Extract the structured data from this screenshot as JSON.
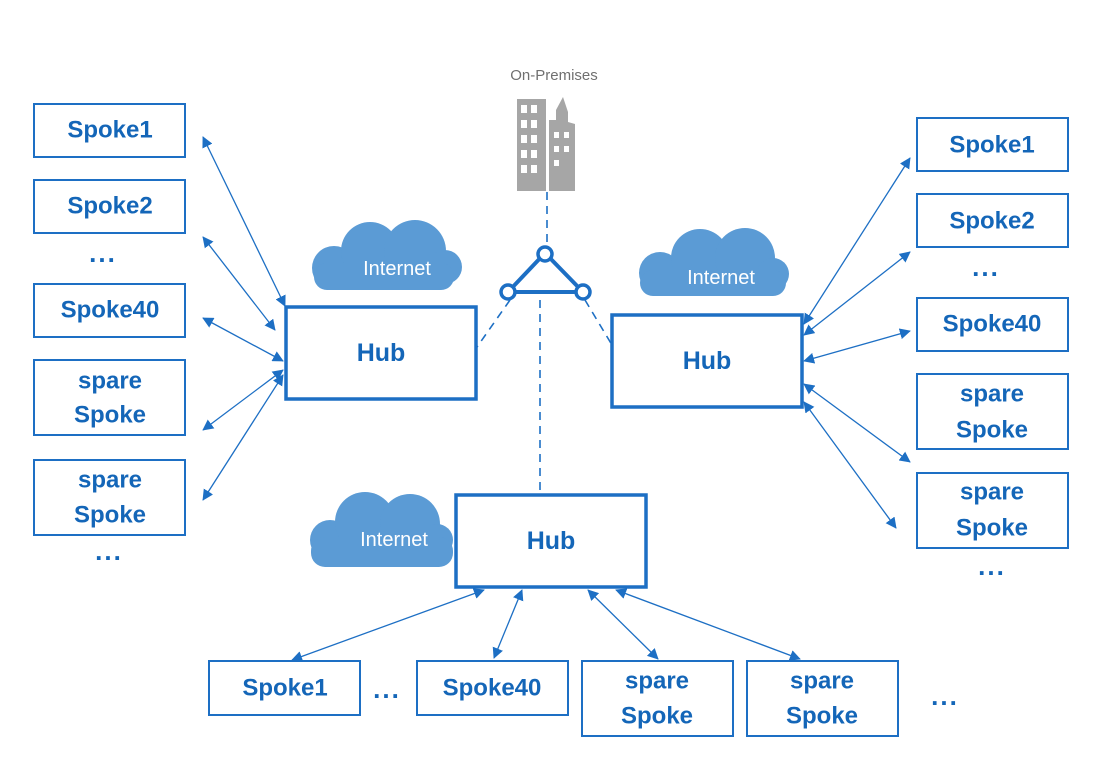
{
  "on_premises": {
    "label": "On-Premises"
  },
  "clouds": {
    "label": "Internet"
  },
  "hubs": {
    "label": "Hub"
  },
  "spokes": {
    "spoke1": "Spoke1",
    "spoke2": "Spoke2",
    "spoke40": "Spoke40",
    "spare_line1": "spare",
    "spare_line2": "Spoke",
    "ellipsis": "..."
  },
  "colors": {
    "accent": "#1d6fc4",
    "cloud": "#5b9bd5",
    "building": "#a6a6a6"
  }
}
